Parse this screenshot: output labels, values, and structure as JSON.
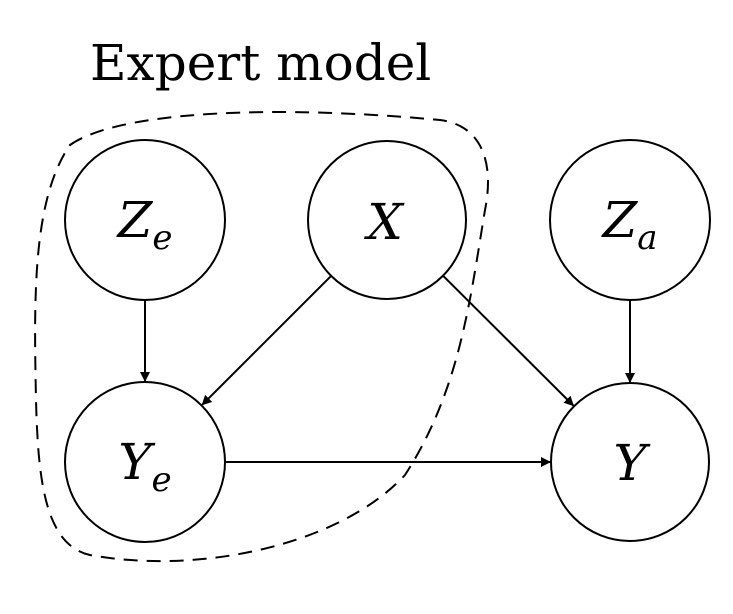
{
  "diagram": {
    "title": "Expert model",
    "nodes": {
      "Ze": {
        "label": "Z",
        "subscript": "e"
      },
      "X": {
        "label": "X",
        "subscript": ""
      },
      "Za": {
        "label": "Z",
        "subscript": "a"
      },
      "Ye": {
        "label": "Y",
        "subscript": "e"
      },
      "Y": {
        "label": "Y",
        "subscript": ""
      }
    },
    "edges": [
      {
        "from": "Ze",
        "to": "Ye"
      },
      {
        "from": "X",
        "to": "Ye"
      },
      {
        "from": "X",
        "to": "Y"
      },
      {
        "from": "Za",
        "to": "Y"
      },
      {
        "from": "Ye",
        "to": "Y"
      }
    ],
    "region": {
      "label": "Expert model",
      "contains": [
        "Ze",
        "X",
        "Ye"
      ]
    }
  }
}
